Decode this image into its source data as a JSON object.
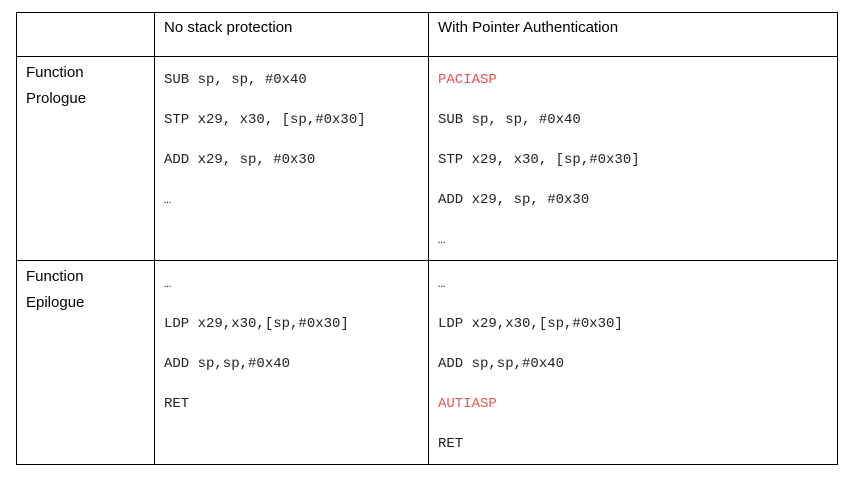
{
  "table": {
    "columns": [
      "",
      "No stack protection",
      "With Pointer Authentication"
    ],
    "rows": [
      {
        "label": "Function Prologue",
        "no_protection": [
          "SUB sp, sp, #0x40",
          "STP x29, x30, [sp,#0x30]",
          "ADD x29, sp, #0x30",
          "…"
        ],
        "with_pac": [
          "PACIASP",
          "SUB sp, sp, #0x40",
          "STP x29, x30, [sp,#0x30]",
          "ADD x29, sp, #0x30",
          "…"
        ]
      },
      {
        "label": "Function Epilogue",
        "no_protection": [
          "…",
          "LDP x29,x30,[sp,#0x30]",
          "ADD sp,sp,#0x40",
          "RET"
        ],
        "with_pac": [
          "…",
          "LDP x29,x30,[sp,#0x30]",
          "ADD sp,sp,#0x40",
          "AUTIASP",
          "RET"
        ]
      }
    ]
  },
  "colors": {
    "highlight": "#ea5252",
    "border": "#000000"
  }
}
